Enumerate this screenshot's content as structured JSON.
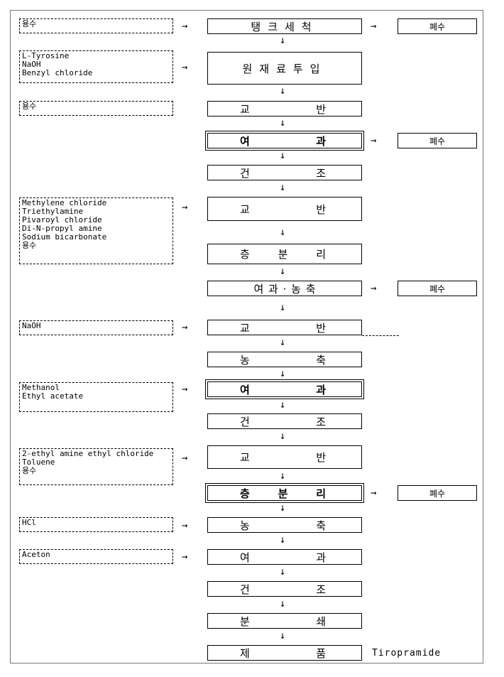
{
  "diagram": {
    "inputs": [
      {
        "id": "in1",
        "lines": [
          "용수"
        ]
      },
      {
        "id": "in2",
        "lines": [
          "L-Tyrosine",
          "NaOH",
          "Benzyl chloride"
        ]
      },
      {
        "id": "in3",
        "lines": [
          "용수"
        ]
      },
      {
        "id": "in4",
        "lines": [
          "Methylene chloride",
          "Triethylamine",
          "Pivaroyl chloride",
          "Di-N-propyl amine",
          "Sodium bicarbonate",
          "용수"
        ]
      },
      {
        "id": "in5",
        "lines": [
          "NaOH"
        ]
      },
      {
        "id": "in6",
        "lines": [
          "Methanol",
          "Ethyl acetate"
        ]
      },
      {
        "id": "in7",
        "lines": [
          "2-ethyl amine ethyl chloride",
          "Toluene",
          "용수"
        ]
      },
      {
        "id": "in8",
        "lines": [
          "HCl"
        ]
      },
      {
        "id": "in9",
        "lines": [
          "Aceton"
        ]
      }
    ],
    "steps": [
      {
        "id": "s1",
        "parts": [
          "탱크세척"
        ]
      },
      {
        "id": "s2",
        "parts": [
          "원재료투입"
        ]
      },
      {
        "id": "s3",
        "parts": [
          "교",
          "반"
        ]
      },
      {
        "id": "s4",
        "parts": [
          "여",
          "과"
        ]
      },
      {
        "id": "s5",
        "parts": [
          "건",
          "조"
        ]
      },
      {
        "id": "s6",
        "parts": [
          "교",
          "반"
        ]
      },
      {
        "id": "s7",
        "parts": [
          "층",
          "분",
          "리"
        ]
      },
      {
        "id": "s8",
        "parts": [
          "여 과 · 농 축"
        ]
      },
      {
        "id": "s9",
        "parts": [
          "교",
          "반"
        ]
      },
      {
        "id": "s10",
        "parts": [
          "농",
          "축"
        ]
      },
      {
        "id": "s11",
        "parts": [
          "여",
          "과"
        ]
      },
      {
        "id": "s12",
        "parts": [
          "건",
          "조"
        ]
      },
      {
        "id": "s13",
        "parts": [
          "교",
          "반"
        ]
      },
      {
        "id": "s14",
        "parts": [
          "층",
          "분",
          "리"
        ]
      },
      {
        "id": "s15",
        "parts": [
          "농",
          "축"
        ]
      },
      {
        "id": "s16",
        "parts": [
          "여",
          "과"
        ]
      },
      {
        "id": "s17",
        "parts": [
          "건",
          "조"
        ]
      },
      {
        "id": "s18",
        "parts": [
          "분",
          "쇄"
        ]
      },
      {
        "id": "s19",
        "parts": [
          "제",
          "품"
        ]
      }
    ],
    "waste_label": "폐수",
    "arrow_right": "→",
    "arrow_down": "↓",
    "product_label": "Tiropramide"
  }
}
